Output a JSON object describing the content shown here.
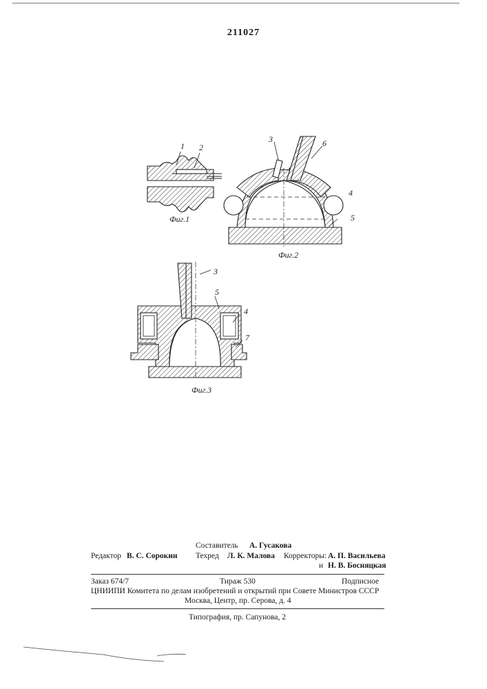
{
  "document": {
    "patent_number": "211027",
    "figures": [
      {
        "caption": "Фиг.1",
        "callouts": [
          "1",
          "2"
        ]
      },
      {
        "caption": "Фиг.2",
        "callouts": [
          "3",
          "6",
          "4",
          "5"
        ]
      },
      {
        "caption": "Фиг.3",
        "callouts": [
          "3",
          "5",
          "4",
          "7"
        ]
      }
    ],
    "colophon": {
      "compiler_label": "Составитель",
      "compiler_name": "А. Гусакова",
      "editor_label": "Редактор",
      "editor_name": "В. С. Сорокин",
      "techred_label": "Техред",
      "techred_name": "Л. К. Малова",
      "correctors_label": "Корректоры:",
      "corrector_1": "А. П. Васильева",
      "corrector_2_prefix": "и",
      "corrector_2": "Н. В. Босняцкая",
      "order": "Заказ 674/7",
      "circulation": "Тираж 530",
      "subscription": "Подписное",
      "institution": "ЦНИИПИ Комитета по делам изобретений и открытий при Совете Министров СССР",
      "address": "Москва, Центр, пр. Серова, д. 4",
      "printing_house": "Типография, пр. Сапунова, 2"
    }
  }
}
